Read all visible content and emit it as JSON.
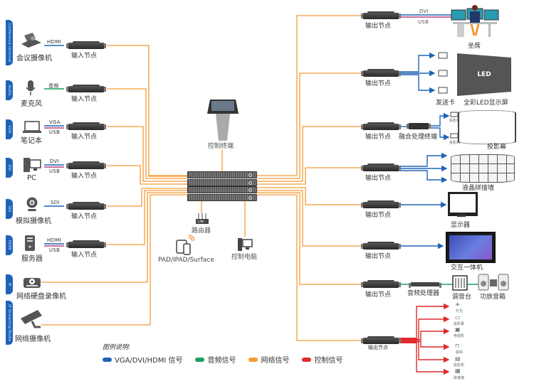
{
  "colors": {
    "video": "#1f63b6",
    "audio": "#1aa060",
    "network": "#f39a34",
    "control": "#e02a2a",
    "usb": "#b8407c"
  },
  "sources": [
    {
      "tab": "Conference terminal",
      "label": "会议摄像机",
      "icon": "conference-camera-icon",
      "signals": [
        "HDMI"
      ],
      "node": "输入节点"
    },
    {
      "tab": "Audio",
      "label": "麦克风",
      "icon": "microphone-icon",
      "signals": [
        "音频"
      ],
      "node": "输入节点"
    },
    {
      "tab": "VGA",
      "label": "笔记本",
      "icon": "laptop-icon",
      "signals": [
        "VGA",
        "USB"
      ],
      "node": "输入节点"
    },
    {
      "tab": "DVI",
      "label": "PC",
      "icon": "desktop-pc-icon",
      "signals": [
        "DVI",
        "USB"
      ],
      "node": "输入节点"
    },
    {
      "tab": "SDI",
      "label": "模拟摄像机",
      "icon": "webcam-icon",
      "signals": [
        "SDI"
      ],
      "node": "输入节点"
    },
    {
      "tab": "HDMI",
      "label": "服务器",
      "icon": "server-icon",
      "signals": [
        "HDMI",
        "USB"
      ],
      "node": "输入节点"
    },
    {
      "tab": "IP",
      "label": "网络硬盘录像机",
      "icon": "nvr-icon",
      "signals": [],
      "node": ""
    },
    {
      "tab": "IP Streaming Media",
      "label": "网络摄像机",
      "icon": "ip-camera-icon",
      "signals": [],
      "node": ""
    }
  ],
  "center": {
    "control_terminal": "控制终端",
    "router": "路由器",
    "router_badge": "LAN",
    "mobile": "PAD/IPAD/Surface",
    "control_pc": "控制电脑"
  },
  "outputs": [
    {
      "node": "输出节点",
      "signals": [
        "DVI",
        "USB"
      ],
      "target": "坐席"
    },
    {
      "node": "输出节点",
      "middle": "发送卡",
      "target": "全彩LED显示屏",
      "screen_text": "LED"
    },
    {
      "node": "输出节点",
      "middle": "融合处理终端",
      "projector_label": "投影机",
      "target": "投影幕"
    },
    {
      "node": "输出节点",
      "target": "液晶拼接墙"
    },
    {
      "node": "输出节点",
      "target": "显示器"
    },
    {
      "node": "输出节点",
      "target": "交互一体机"
    },
    {
      "node": "输出节点",
      "middle": "音频处理器",
      "mixer": "调音台",
      "target": "功放音箱"
    },
    {
      "node": "输出节点",
      "controls": [
        "灯光",
        "投影幕",
        "电视机",
        "窗帘",
        "投影机",
        "拼接墙"
      ]
    }
  ],
  "legend": {
    "title": "图例说明:",
    "items": [
      {
        "label": "VGA/DVI/HDMI 信号",
        "color": "#1f63b6"
      },
      {
        "label": "音频信号",
        "color": "#1aa060"
      },
      {
        "label": "网络信号",
        "color": "#f39a34"
      },
      {
        "label": "控制信号",
        "color": "#e02a2a"
      }
    ]
  }
}
